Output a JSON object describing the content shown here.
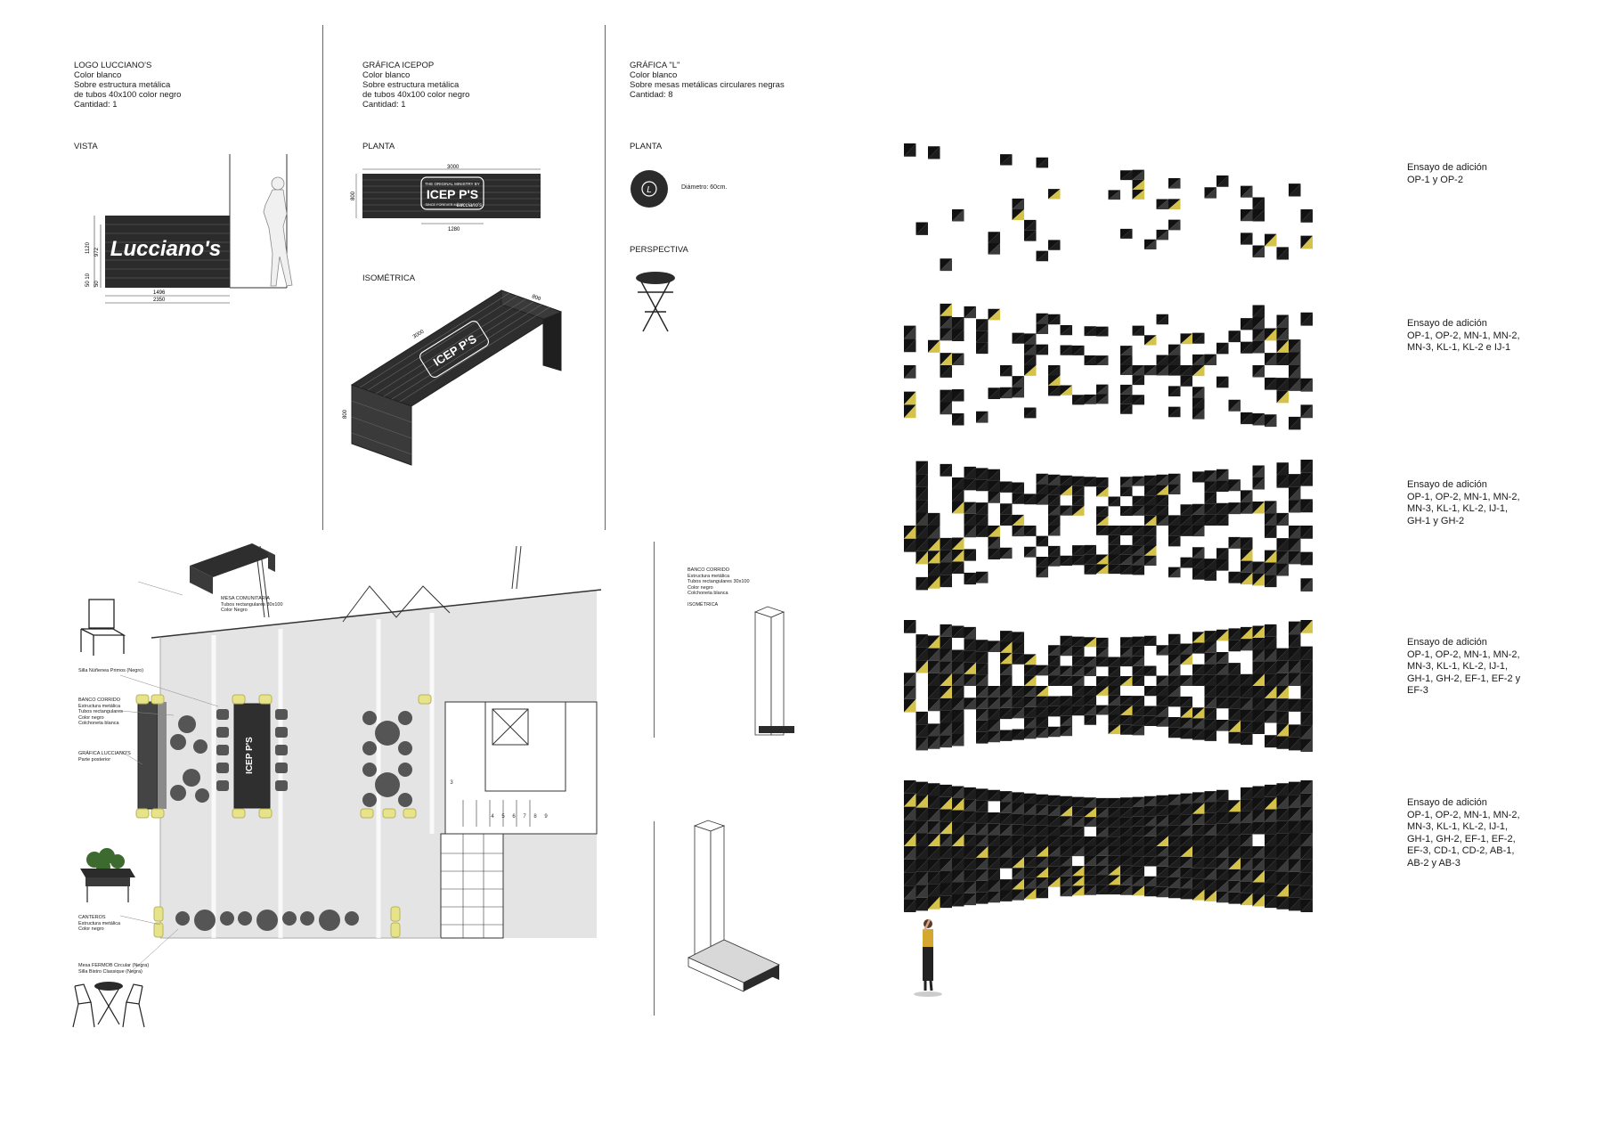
{
  "columns": [
    {
      "title": "LOGO LUCCIANO'S",
      "lines": [
        "Color blanco",
        "Sobre estructura metálica",
        "de tubos 40x100 color negro",
        "Cantidad: 1"
      ]
    },
    {
      "title": "GRÁFICA ICEPOP",
      "lines": [
        "Color blanco",
        "Sobre estructura metálica",
        "de tubos 40x100 color negro",
        "Cantidad: 1"
      ]
    },
    {
      "title": "GRÁFICA \"L\"",
      "lines": [
        "Color blanco",
        "Sobre mesas metálicas circulares negras",
        "Cantidad: 8"
      ]
    }
  ],
  "views": {
    "vista": "VISTA",
    "planta_icepop": "PLANTA",
    "isometrica": "ISOMÉTRICA",
    "planta_l": "PLANTA",
    "perspectiva": "PERSPECTIVA",
    "diametro": "Diámetro: 60cm."
  },
  "logo_text": "Lucciano's",
  "icepops": {
    "top": "THE ORIGINAL MINISTRY BY",
    "main": "ICEP P'S",
    "bottom": "SINCE FOREVER MADE",
    "brand": "Lucciano's"
  },
  "dimensions": {
    "logo_width_total": "2350",
    "logo_width_inner": "1496",
    "logo_h1": "1120",
    "logo_h2": "972",
    "logo_h3": "50 10",
    "logo_h4": "50",
    "icepop_len": "3000",
    "icepop_h": "800",
    "icepop_inner": "1280",
    "iso_len": "3000",
    "iso_w": "800",
    "iso_h": "800"
  },
  "plan_labels": {
    "mesa": "MESA COMUNITARIA\nTubos rectangulares 30x100\nColor Negro",
    "silla": "Silla Núñenea Primos (Negro)",
    "banco": "BANCO CORRIDO\nEstructura metálica\nTubos rectangulares\nColor negro\nColchoneta blanca",
    "grafica": "GRÁFICA LUCCIANO'S\nParte posterior",
    "canteros": "CANTEROS\nEstructura metálica\nColor negro",
    "mesa_fermob": "Mesa FERMOB Circular (Negra)\nSilla Bistro Classique (Negra)",
    "banco_right": "BANCO CORRIDO\nEstructura metálica\nTubos rectangulares 30x100\nColor negro\nColchoneta blanca",
    "isometrica_small": "ISOMÉTRICA",
    "plan_icepops": "ICEP P'S",
    "stair_numbers": [
      "3",
      "4",
      "5",
      "6",
      "7",
      "8",
      "9"
    ]
  },
  "trials": [
    "Ensayo de adición\nOP-1 y OP-2",
    "Ensayo de adición\nOP-1, OP-2, MN-1, MN-2,\nMN-3, KL-1, KL-2 e IJ-1",
    "Ensayo de adición\nOP-1, OP-2, MN-1, MN-2,\nMN-3, KL-1, KL-2, IJ-1,\nGH-1 y GH-2",
    "Ensayo de adición\nOP-1, OP-2, MN-1, MN-2,\nMN-3, KL-1, KL-2, IJ-1,\nGH-1, GH-2, EF-1, EF-2 y\nEF-3",
    "Ensayo de adición\nOP-1, OP-2, MN-1, MN-2,\nMN-3, KL-1, KL-2, IJ-1,\nGH-1, GH-2, EF-1, EF-2,\nEF-3, CD-1, CD-2, AB-1,\nAB-2 y AB-3"
  ],
  "colors": {
    "panel": "#2b2b2b",
    "gold": "#d4c24a",
    "chair_highlight": "#e6e38a",
    "floor": "#e4e4e4"
  }
}
